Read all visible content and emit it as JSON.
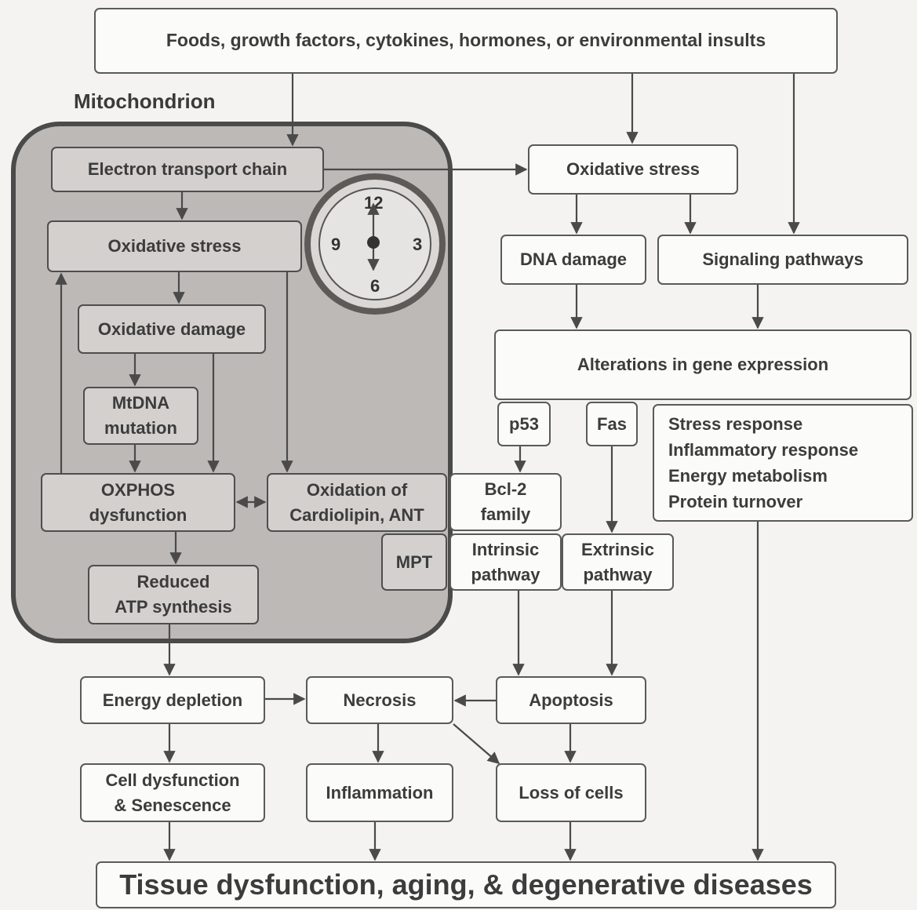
{
  "mitochondrion_label": "Mitochondrion",
  "top_inputs": "Foods, growth factors, cytokines, hormones, or environmental insults",
  "mito": {
    "electron_transport_chain": "Electron transport chain",
    "oxidative_stress": "Oxidative stress",
    "oxidative_damage": "Oxidative damage",
    "mtdna_mutation": "MtDNA\nmutation",
    "oxphos_dysfunction": "OXPHOS\ndysfunction",
    "oxidation_cardiolipin": "Oxidation of\nCardiolipin, ANT",
    "reduced_atp": "Reduced\nATP synthesis",
    "mpt": "MPT"
  },
  "clock": {
    "n12": "12",
    "n3": "3",
    "n6": "6",
    "n9": "9"
  },
  "right": {
    "oxidative_stress": "Oxidative stress",
    "dna_damage": "DNA damage",
    "signaling_pathways": "Signaling pathways",
    "gene_expression": "Alterations in gene expression",
    "p53": "p53",
    "fas": "Fas",
    "responses": "Stress response\nInflammatory response\nEnergy metabolism\nProtein turnover",
    "bcl2": "Bcl-2\nfamily",
    "intrinsic": "Intrinsic\npathway",
    "extrinsic": "Extrinsic\npathway"
  },
  "bottom": {
    "energy_depletion": "Energy depletion",
    "necrosis": "Necrosis",
    "apoptosis": "Apoptosis",
    "cell_dysfunction": "Cell dysfunction\n& Senescence",
    "inflammation": "Inflammation",
    "loss_of_cells": "Loss of cells",
    "final": "Tissue dysfunction, aging, & degenerative diseases"
  },
  "colors": {
    "mito_fill": "#bdb9b7",
    "inner_box": "#d3d0ce",
    "line": "#4a4a4a"
  }
}
